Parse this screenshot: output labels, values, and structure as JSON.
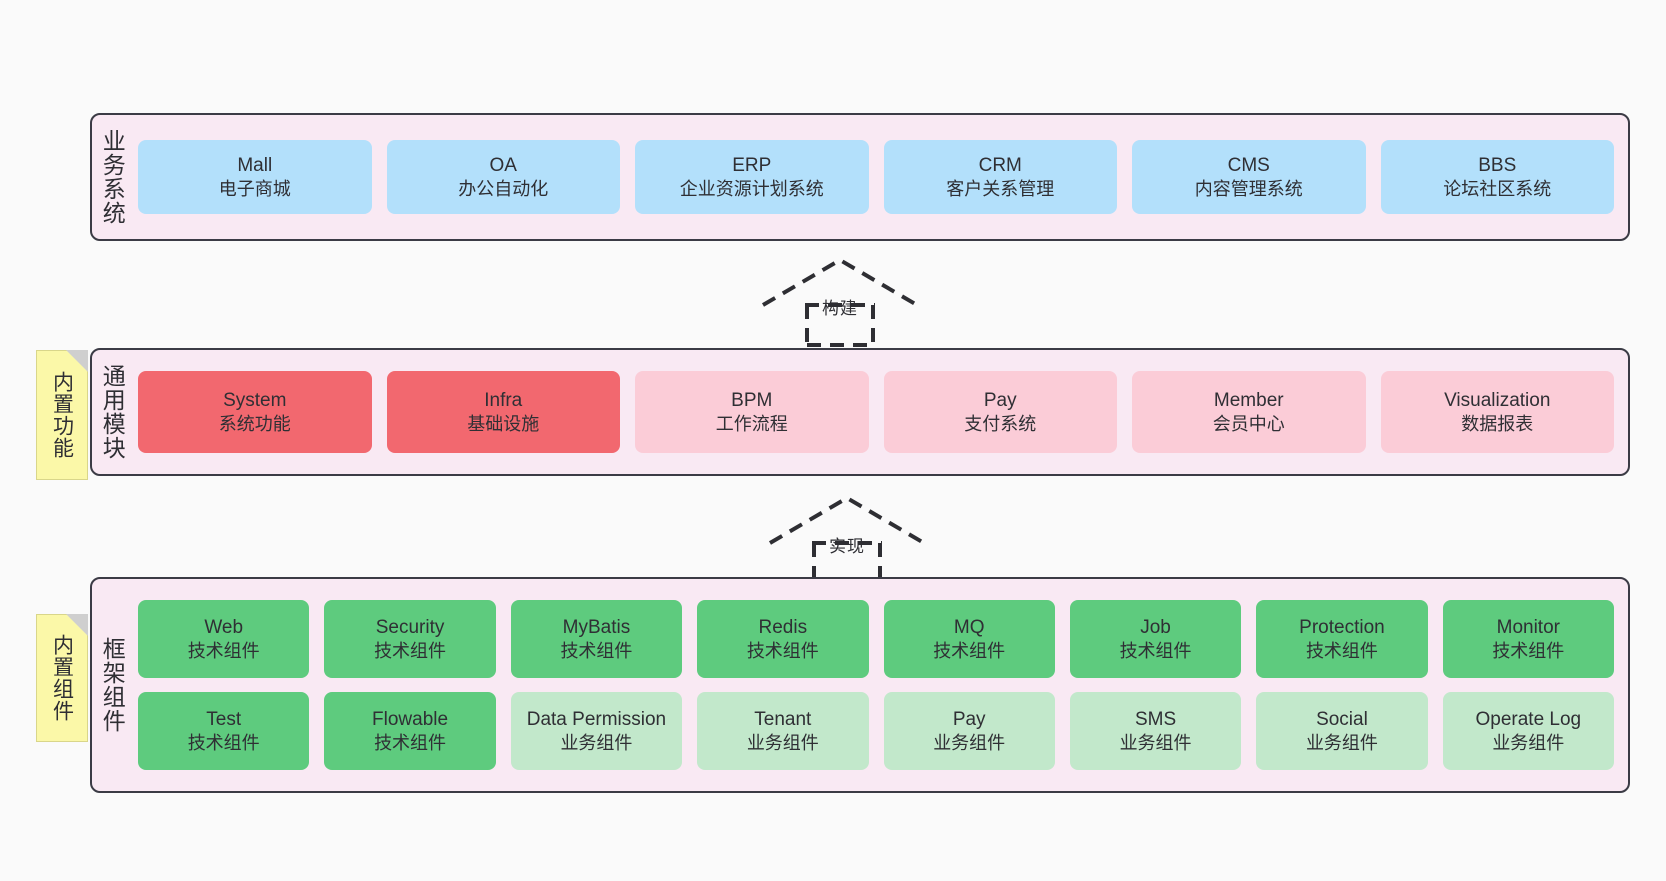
{
  "diagram": {
    "background_color": "#fafafa",
    "panel_color": "#f9e9f3",
    "panel_border_color": "#3b3b45",
    "note_color": "#fbf8a8",
    "colors": {
      "blue": "#b3e0fb",
      "red": "#f2686f",
      "pink": "#fbccd7",
      "green": "#5ecb7e",
      "light_green": "#c2e8cb"
    }
  },
  "layers": {
    "business": {
      "title": "业务系统",
      "nodes": [
        {
          "en": "Mall",
          "cn": "电子商城",
          "color": "blue"
        },
        {
          "en": "OA",
          "cn": "办公自动化",
          "color": "blue"
        },
        {
          "en": "ERP",
          "cn": "企业资源计划系统",
          "color": "blue"
        },
        {
          "en": "CRM",
          "cn": "客户关系管理",
          "color": "blue"
        },
        {
          "en": "CMS",
          "cn": "内容管理系统",
          "color": "blue"
        },
        {
          "en": "BBS",
          "cn": "论坛社区系统",
          "color": "blue"
        }
      ]
    },
    "modules": {
      "title": "通用模块",
      "note": "内置功能",
      "nodes": [
        {
          "en": "System",
          "cn": "系统功能",
          "color": "red"
        },
        {
          "en": "Infra",
          "cn": "基础设施",
          "color": "red"
        },
        {
          "en": "BPM",
          "cn": "工作流程",
          "color": "pink"
        },
        {
          "en": "Pay",
          "cn": "支付系统",
          "color": "pink"
        },
        {
          "en": "Member",
          "cn": "会员中心",
          "color": "pink"
        },
        {
          "en": "Visualization",
          "cn": "数据报表",
          "color": "pink"
        }
      ]
    },
    "framework": {
      "title": "框架组件",
      "note": "内置组件",
      "row1": [
        {
          "en": "Web",
          "cn": "技术组件",
          "color": "green"
        },
        {
          "en": "Security",
          "cn": "技术组件",
          "color": "green"
        },
        {
          "en": "MyBatis",
          "cn": "技术组件",
          "color": "green"
        },
        {
          "en": "Redis",
          "cn": "技术组件",
          "color": "green"
        },
        {
          "en": "MQ",
          "cn": "技术组件",
          "color": "green"
        },
        {
          "en": "Job",
          "cn": "技术组件",
          "color": "green"
        },
        {
          "en": "Protection",
          "cn": "技术组件",
          "color": "green"
        },
        {
          "en": "Monitor",
          "cn": "技术组件",
          "color": "green"
        }
      ],
      "row2": [
        {
          "en": "Test",
          "cn": "技术组件",
          "color": "green"
        },
        {
          "en": "Flowable",
          "cn": "技术组件",
          "color": "green"
        },
        {
          "en": "Data Permission",
          "cn": "业务组件",
          "color": "lgreen"
        },
        {
          "en": "Tenant",
          "cn": "业务组件",
          "color": "lgreen"
        },
        {
          "en": "Pay",
          "cn": "业务组件",
          "color": "lgreen"
        },
        {
          "en": "SMS",
          "cn": "业务组件",
          "color": "lgreen"
        },
        {
          "en": "Social",
          "cn": "业务组件",
          "color": "lgreen"
        },
        {
          "en": "Operate Log",
          "cn": "业务组件",
          "color": "lgreen"
        }
      ]
    }
  },
  "connectors": [
    {
      "id": "build",
      "label": "构建",
      "from": "modules",
      "to": "business"
    },
    {
      "id": "implement",
      "label": "实现",
      "from": "framework",
      "to": "modules"
    }
  ]
}
